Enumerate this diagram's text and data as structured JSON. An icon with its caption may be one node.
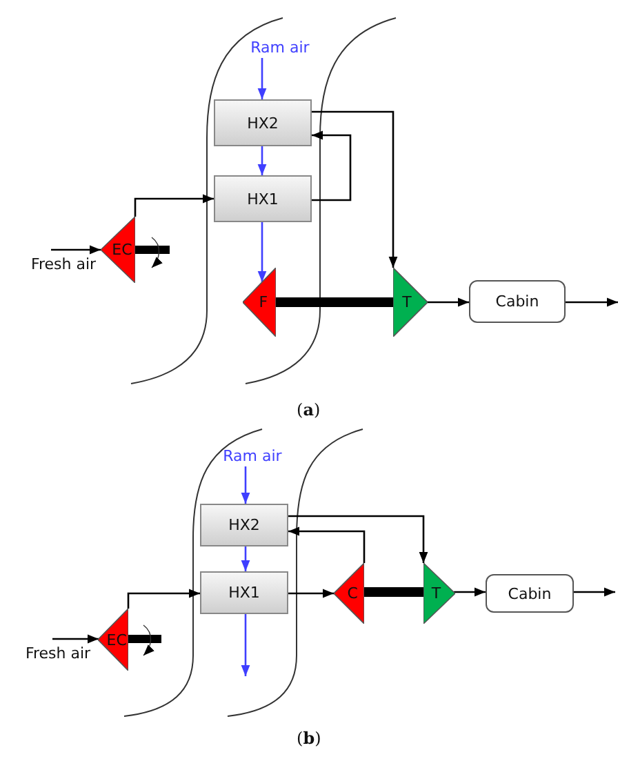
{
  "diagram": {
    "nodes": [
      {
        "text": [
          "Fresh air"
        ]
      },
      {
        "text": [
          "EC"
        ]
      },
      {
        "text": [
          "Ram air"
        ]
      },
      {
        "text": [
          "HX2"
        ]
      },
      {
        "text": [
          "HX1"
        ]
      },
      {
        "text": [
          "F"
        ]
      },
      {
        "text": [
          "T"
        ]
      },
      {
        "text": [
          "Cabin"
        ]
      },
      {
        "text": [
          "Fresh air"
        ]
      },
      {
        "text": [
          "EC"
        ]
      },
      {
        "text": [
          "Ram air"
        ]
      },
      {
        "text": [
          "HX2"
        ]
      },
      {
        "text": [
          "HX1"
        ]
      },
      {
        "text": [
          "C"
        ]
      },
      {
        "text": [
          "T"
        ]
      },
      {
        "text": [
          "Cabin"
        ]
      }
    ],
    "edges": [
      {
        "from": 0,
        "to": 1,
        "arrow": "to"
      },
      {
        "from": 1,
        "to": 4,
        "arrow": "to"
      },
      {
        "from": 2,
        "to": 3,
        "arrow": "to",
        "color": "#3f3fff"
      },
      {
        "from": 3,
        "to": 4,
        "arrow": "to",
        "color": "#3f3fff"
      },
      {
        "from": 4,
        "to": 3,
        "arrow": "to"
      },
      {
        "from": 4,
        "to": 5,
        "arrow": "to",
        "color": "#3f3fff"
      },
      {
        "from": 3,
        "to": 6,
        "arrow": "to"
      },
      {
        "from": 5,
        "to": 6,
        "arrow": "none",
        "style": "thick"
      },
      {
        "from": 6,
        "to": 7,
        "arrow": "to"
      },
      {
        "from": 7,
        "to": null,
        "arrow": "to"
      },
      {
        "from": 8,
        "to": 9,
        "arrow": "to"
      },
      {
        "from": 9,
        "to": 12,
        "arrow": "to"
      },
      {
        "from": 10,
        "to": 11,
        "arrow": "to",
        "color": "#3f3fff"
      },
      {
        "from": 11,
        "to": 12,
        "arrow": "to",
        "color": "#3f3fff"
      },
      {
        "from": 12,
        "to": null,
        "arrow": "to",
        "color": "#3f3fff"
      },
      {
        "from": 12,
        "to": 13,
        "arrow": "to"
      },
      {
        "from": 13,
        "to": 11,
        "arrow": "to"
      },
      {
        "from": 11,
        "to": 14,
        "arrow": "to"
      },
      {
        "from": 13,
        "to": 14,
        "arrow": "none",
        "style": "thick"
      },
      {
        "from": 14,
        "to": 15,
        "arrow": "to"
      },
      {
        "from": 15,
        "to": null,
        "arrow": "to"
      }
    ],
    "labels": [
      "(**a**)",
      "(**b**)"
    ]
  }
}
